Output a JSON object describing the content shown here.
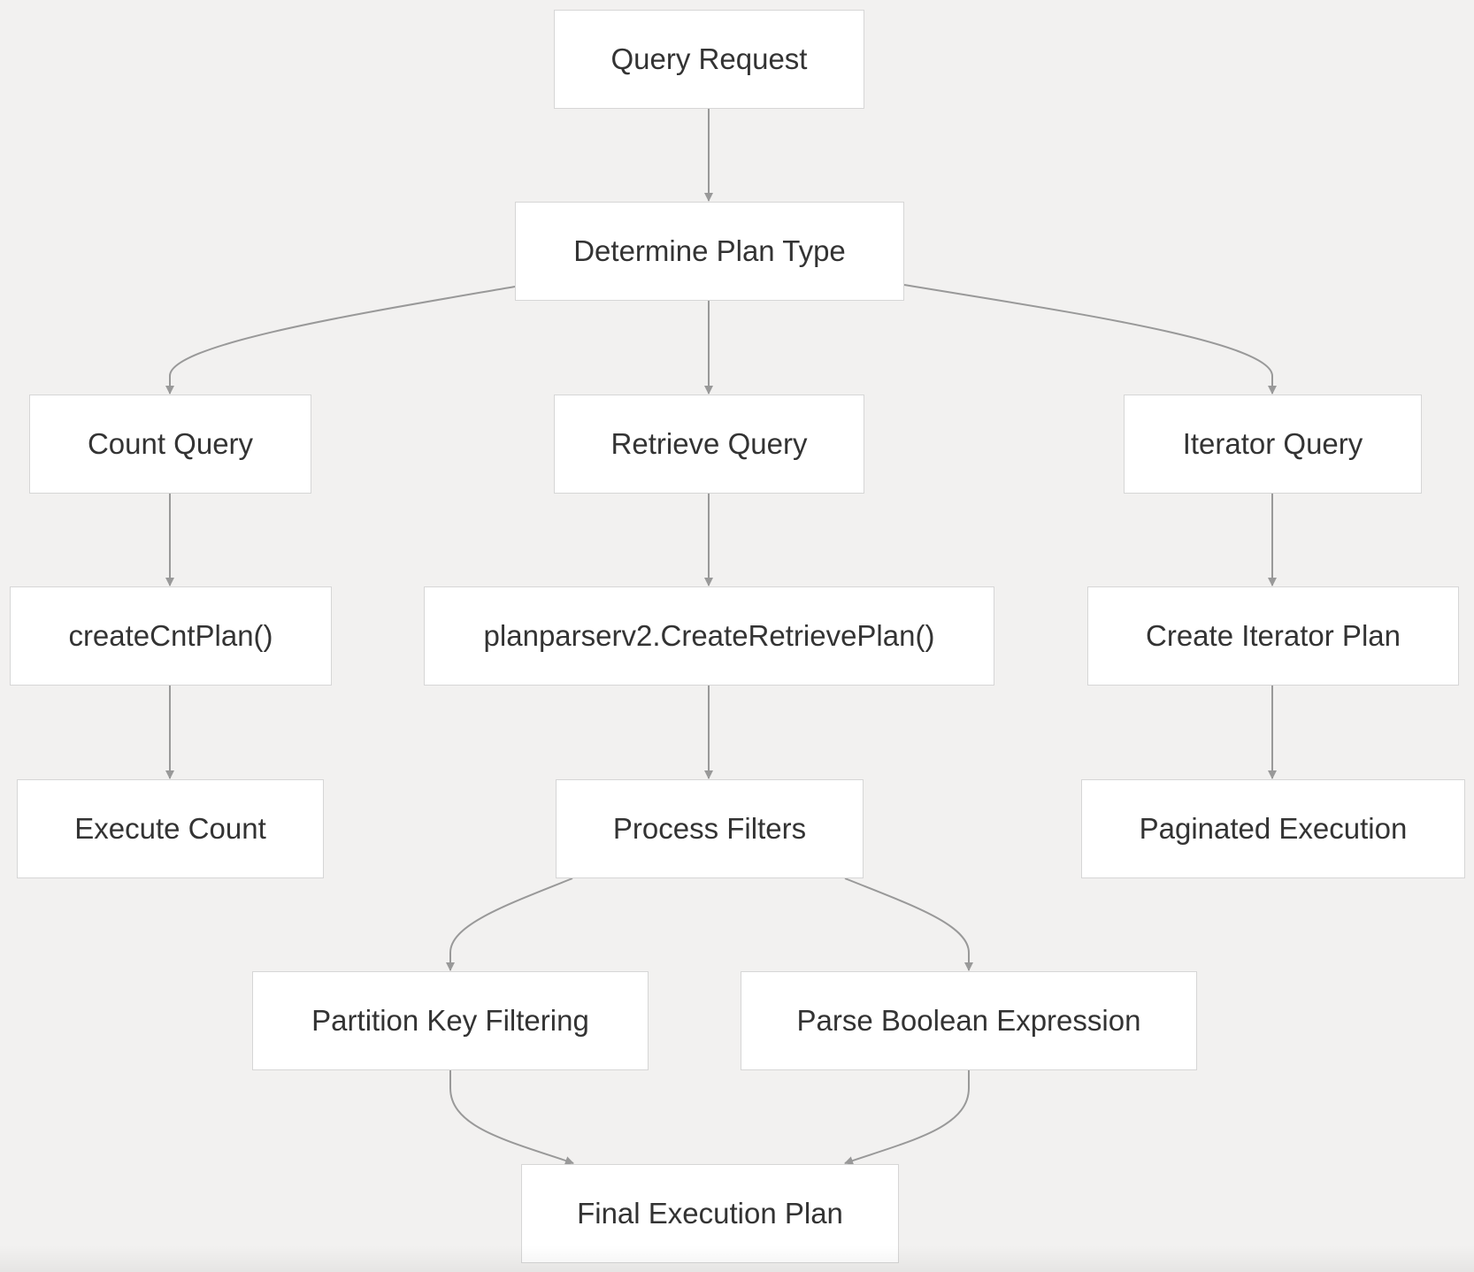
{
  "nodes": {
    "query_request": "Query Request",
    "determine_plan_type": "Determine Plan Type",
    "count_query": "Count Query",
    "retrieve_query": "Retrieve Query",
    "iterator_query": "Iterator Query",
    "create_cnt_plan": "createCntPlan()",
    "create_retrieve_plan": "planparserv2.CreateRetrievePlan()",
    "create_iterator_plan": "Create Iterator Plan",
    "execute_count": "Execute Count",
    "process_filters": "Process Filters",
    "paginated_execution": "Paginated Execution",
    "partition_key_filtering": "Partition Key Filtering",
    "parse_boolean_expression": "Parse Boolean Expression",
    "final_execution_plan": "Final Execution Plan"
  },
  "edges": [
    {
      "from": "Query Request",
      "to": "Determine Plan Type"
    },
    {
      "from": "Determine Plan Type",
      "to": "Count Query"
    },
    {
      "from": "Determine Plan Type",
      "to": "Retrieve Query"
    },
    {
      "from": "Determine Plan Type",
      "to": "Iterator Query"
    },
    {
      "from": "Count Query",
      "to": "createCntPlan()"
    },
    {
      "from": "createCntPlan()",
      "to": "Execute Count"
    },
    {
      "from": "Retrieve Query",
      "to": "planparserv2.CreateRetrievePlan()"
    },
    {
      "from": "planparserv2.CreateRetrievePlan()",
      "to": "Process Filters"
    },
    {
      "from": "Iterator Query",
      "to": "Create Iterator Plan"
    },
    {
      "from": "Create Iterator Plan",
      "to": "Paginated Execution"
    },
    {
      "from": "Process Filters",
      "to": "Partition Key Filtering"
    },
    {
      "from": "Process Filters",
      "to": "Parse Boolean Expression"
    },
    {
      "from": "Partition Key Filtering",
      "to": "Final Execution Plan"
    },
    {
      "from": "Parse Boolean Expression",
      "to": "Final Execution Plan"
    }
  ],
  "colors": {
    "background": "#f2f1f0",
    "node_fill": "#ffffff",
    "node_border": "#d6d6d6",
    "edge": "#999999",
    "text": "#333333"
  }
}
